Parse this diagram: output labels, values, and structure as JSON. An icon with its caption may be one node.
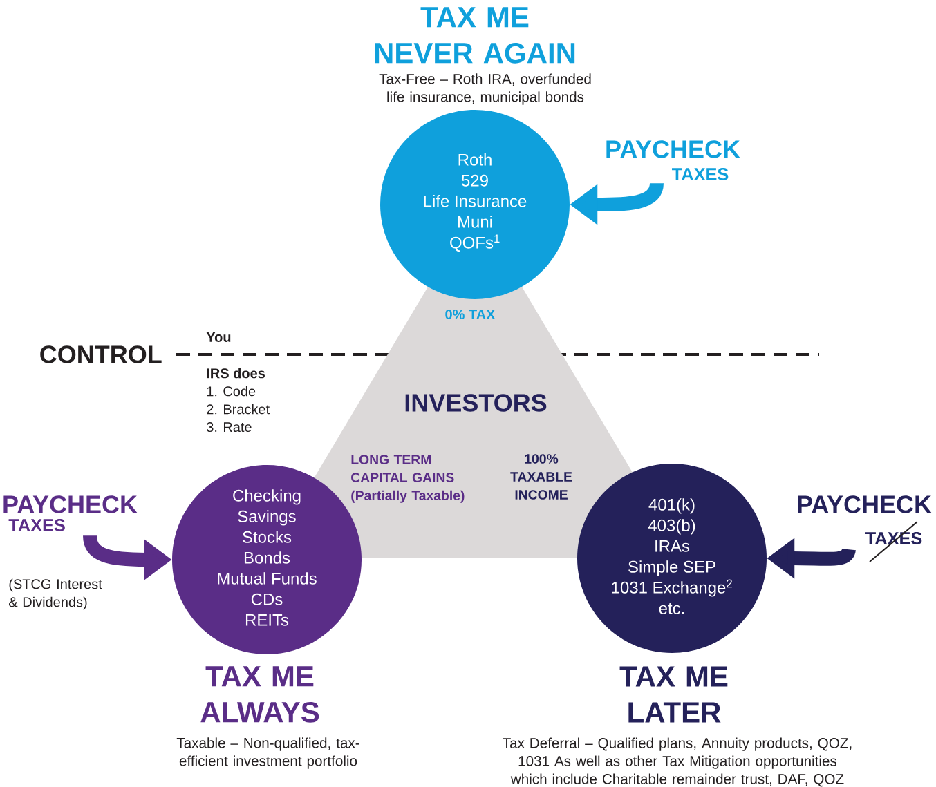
{
  "diagram": {
    "nodes": [
      {
        "text": [
          "0% TAX",
          "INVESTORS",
          "LONG TERM CAPITAL GAINS (Partially Taxable)",
          "100% TAXABLE INCOME"
        ]
      },
      {
        "text": [
          "TAX ME NEVER AGAIN",
          "Tax-Free – Roth IRA, overfunded life insurance, municipal bonds",
          "Roth",
          "529",
          "Life Insurance",
          "Muni",
          "QOFs$^{1}$"
        ]
      },
      {
        "text": [
          "PAYCHECK",
          "TAXES"
        ]
      },
      {
        "text": [
          "PAYCHECK",
          "TAXES"
        ]
      },
      {
        "text": [
          "Checking",
          "Savings",
          "Stocks",
          "Bonds",
          "Mutual Funds",
          "CDs",
          "REITs",
          "TAX ME ALWAYS"
        ]
      },
      {
        "text": [
          "401(k)",
          "403(b)",
          "IRAs",
          "Simple SEP",
          "1031 Exchange$^{2}$",
          "etc.",
          "TAX ME LATER"
        ]
      },
      {
        "text": [
          "PAYCHECK",
          "TAXES"
        ]
      }
    ],
    "edges": [
      {
        "from": 2,
        "to": 1,
        "arrow": "to",
        "color": "#0fa0dc"
      },
      {
        "from": 3,
        "to": 4,
        "arrow": "to",
        "color": "#5a2d87"
      },
      {
        "from": 6,
        "to": 5,
        "arrow": "to",
        "color": "#24215a"
      }
    ],
    "labels": [
      "CONTROL",
      "You",
      "IRS does",
      "1. Code",
      "2. Bracket",
      "3. Rate",
      "(STCG Interest & Dividends)",
      "Taxable – Non-qualified, tax-efficient investment portfolio",
      "Tax Deferral – Qualified plans, Annuity products, QOZ, 1031 As well as other Tax Mitigation opportunities which include Charitable remainder trust, DAF, QOZ"
    ]
  }
}
